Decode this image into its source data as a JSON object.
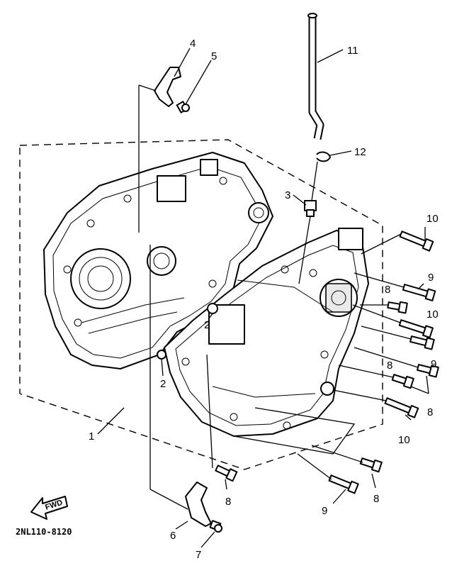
{
  "diagram": {
    "code": "2NL110-8120",
    "direction_marker": "FWD",
    "callouts": {
      "crankcase_assy": "1",
      "dowel_pin_left": "2",
      "dowel_pin_right": "2",
      "plug": "3",
      "upper_bracket": "4",
      "upper_screw": "5",
      "lower_bracket": "6",
      "lower_screw": "7",
      "bolt_8_a": "8",
      "bolt_8_b": "8",
      "bolt_8_c": "8",
      "bolt_8_d": "8",
      "bolt_9_a": "9",
      "bolt_9_b": "9",
      "bolt_9_c": "9",
      "bolt_10_a": "10",
      "bolt_10_b": "10",
      "bolt_10_c": "10",
      "breather_hose": "11",
      "hose_clip": "12"
    }
  }
}
